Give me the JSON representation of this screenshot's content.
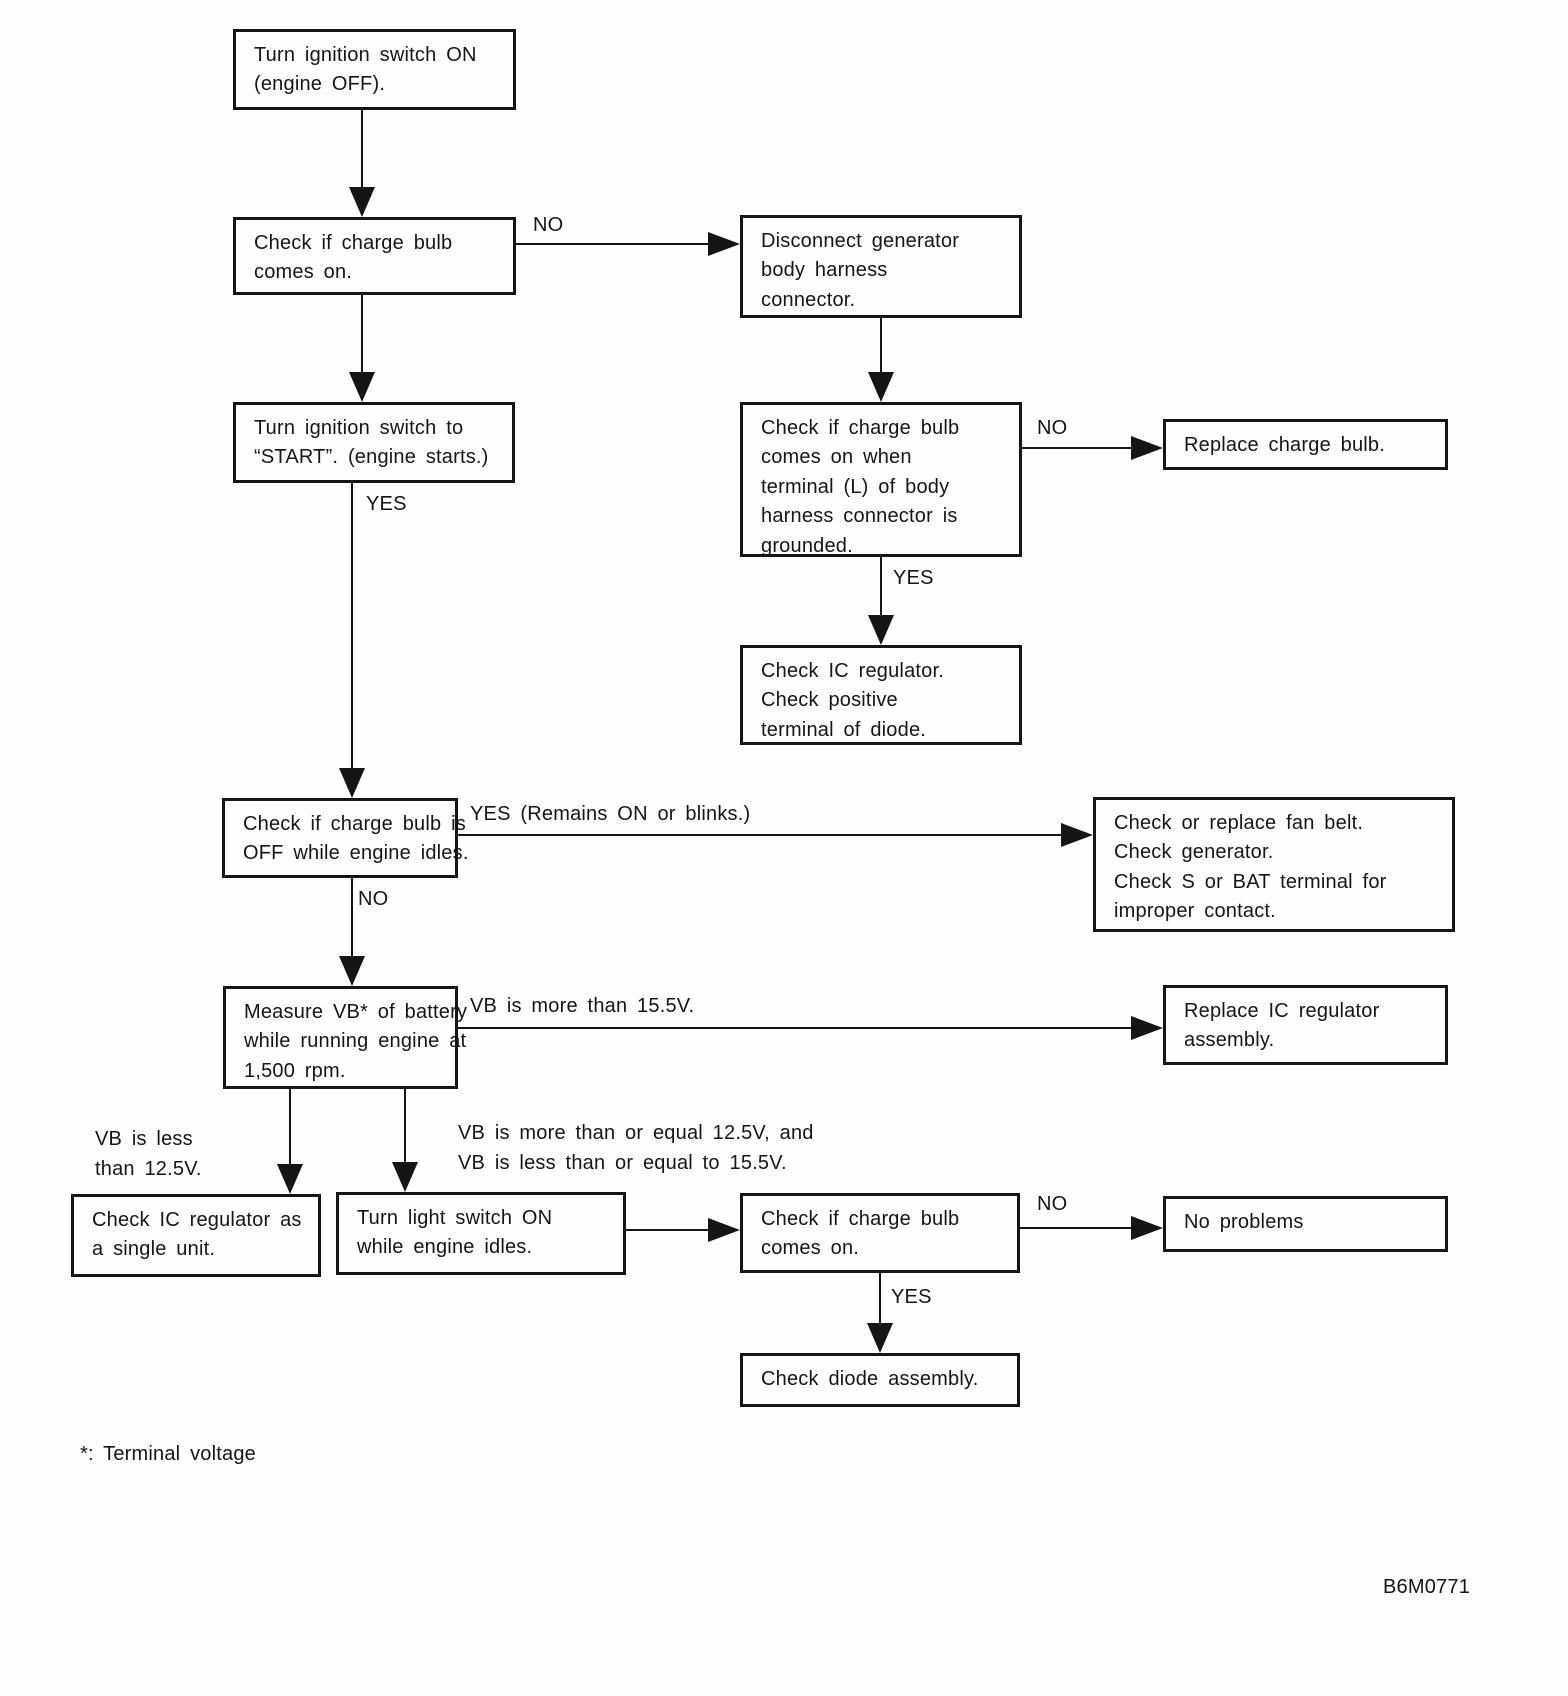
{
  "diagram": {
    "type": "flowchart",
    "footnote": "*: Terminal voltage",
    "figure_code": "B6M0771",
    "nodes": {
      "turn_ignition_on": "Turn ignition switch ON\n(engine OFF).",
      "check_bulb_on": "Check if charge bulb\ncomes on.",
      "turn_ignition_start": "Turn ignition switch to\n“START”. (engine starts.)",
      "disconnect_connector": "Disconnect generator\nbody harness\nconnector.",
      "check_bulb_grounded": "Check if charge bulb\ncomes on when\nterminal (L) of body\nharness connector is\ngrounded.",
      "replace_charge_bulb": "Replace charge bulb.",
      "check_ic_regulator_diode": "Check IC regulator.\nCheck positive\nterminal of diode.",
      "check_bulb_off_idle": "Check if charge bulb is\nOFF while engine idles.",
      "check_fan_belt": "Check or replace fan belt.\nCheck generator.\nCheck S or BAT terminal for\nimproper contact.",
      "measure_vb": "Measure VB* of battery\nwhile running engine at\n1,500 rpm.",
      "replace_ic_regulator": "Replace IC regulator\nassembly.",
      "check_ic_single_unit": "Check IC regulator as\na single unit.",
      "turn_light_switch": "Turn light switch ON\nwhile engine idles.",
      "check_bulb_on_2": "Check if charge bulb\ncomes on.",
      "no_problems": "No problems",
      "check_diode": "Check diode assembly."
    },
    "edge_labels": {
      "no_bulb": "NO",
      "yes_start": "YES",
      "no_grounded": "NO",
      "yes_grounded": "YES",
      "yes_remains_on": "YES (Remains ON or blinks.)",
      "no_idle": "NO",
      "vb_more_15_5": "VB is more than 15.5V.",
      "vb_less_12_5": "VB is less\nthan 12.5V.",
      "vb_between": "VB is more than or equal 12.5V, and\nVB is less than or equal to 15.5V.",
      "no_bulb_2": "NO",
      "yes_bulb_2": "YES"
    }
  }
}
